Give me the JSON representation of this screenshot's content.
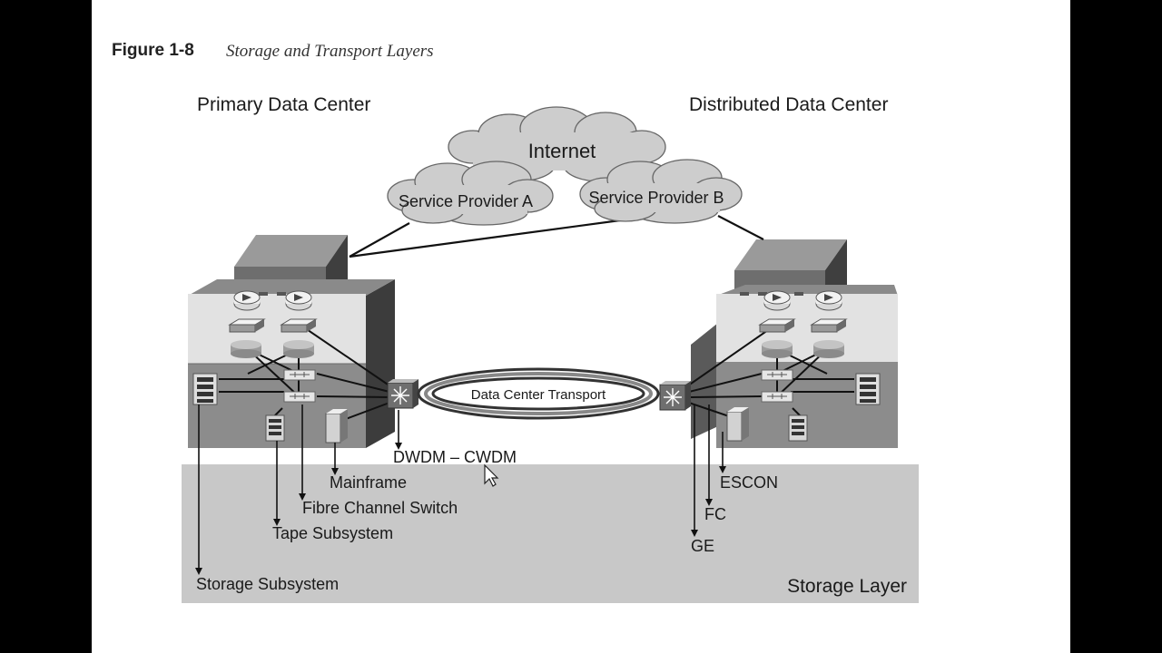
{
  "figure": {
    "number": "Figure 1-8",
    "title": "Storage and Transport Layers"
  },
  "diagram": {
    "sites": {
      "primary": "Primary Data Center",
      "distributed": "Distributed Data Center"
    },
    "clouds": {
      "internet": "Internet",
      "provider_a": "Service Provider A",
      "provider_b": "Service Provider B"
    },
    "transport": {
      "ring_label": "Data Center Transport",
      "optical_label": "DWDM – CWDM"
    },
    "storage_layer": {
      "title": "Storage Layer",
      "primary_labels": {
        "mainframe": "Mainframe",
        "fc_switch": "Fibre Channel Switch",
        "tape": "Tape Subsystem",
        "storage": "Storage Subsystem"
      },
      "distributed_labels": {
        "escon": "ESCON",
        "fc": "FC",
        "ge": "GE"
      }
    }
  },
  "colors": {
    "page": "#ffffff",
    "frame": "#000000",
    "storage_band": "#c8c8c8",
    "cloud_fill": "#cdcdcd",
    "building_dark": "#5a5a5a",
    "building_light": "#e2e2e2"
  },
  "icons": [
    "cursor-pointer-icon",
    "router-icon",
    "switch-icon",
    "optical-switch-icon",
    "storage-array-icon",
    "mainframe-icon",
    "tape-icon"
  ]
}
